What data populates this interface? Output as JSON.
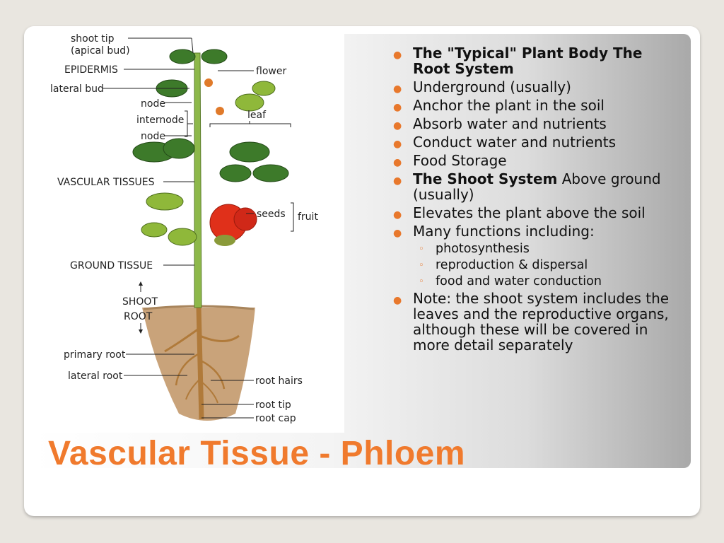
{
  "slide": {
    "title": "Vascular Tissue - Phloem",
    "accent_color": "#f07a2d",
    "bullet_color": "#e8782c"
  },
  "diagram": {
    "labels": {
      "shoot_tip": "shoot tip",
      "apical_bud": "(apical bud)",
      "epidermis": "EPIDERMIS",
      "lateral_bud": "lateral bud",
      "node1": "node",
      "internode": "internode",
      "node2": "node",
      "vascular_tissues": "VASCULAR TISSUES",
      "ground_tissue": "GROUND TISSUE",
      "shoot": "SHOOT",
      "root": "ROOT",
      "primary_root": "primary root",
      "lateral_root": "lateral root",
      "flower": "flower",
      "leaf": "leaf",
      "seeds": "seeds",
      "fruit": "fruit",
      "root_hairs": "root hairs",
      "root_tip": "root tip",
      "root_cap": "root cap"
    }
  },
  "bullets": [
    {
      "bold": "The \"Typical\" Plant Body The Root System",
      "text": ""
    },
    {
      "bold": "",
      "text": "Underground (usually)"
    },
    {
      "bold": "",
      "text": "Anchor the plant in the soil"
    },
    {
      "bold": "",
      "text": "Absorb water and nutrients"
    },
    {
      "bold": "",
      "text": "Conduct water and nutrients"
    },
    {
      "bold": "",
      "text": "Food Storage"
    },
    {
      "bold": "The Shoot System",
      "text": " Above ground (usually)"
    },
    {
      "bold": "",
      "text": "Elevates the plant above the soil"
    },
    {
      "bold": "",
      "text": "Many functions including:"
    }
  ],
  "sub_bullets": [
    "photosynthesis",
    "reproduction & dispersal",
    "food and water conduction"
  ],
  "note": "Note: the shoot system includes the leaves and the reproductive organs, although these will be covered in more detail separately"
}
